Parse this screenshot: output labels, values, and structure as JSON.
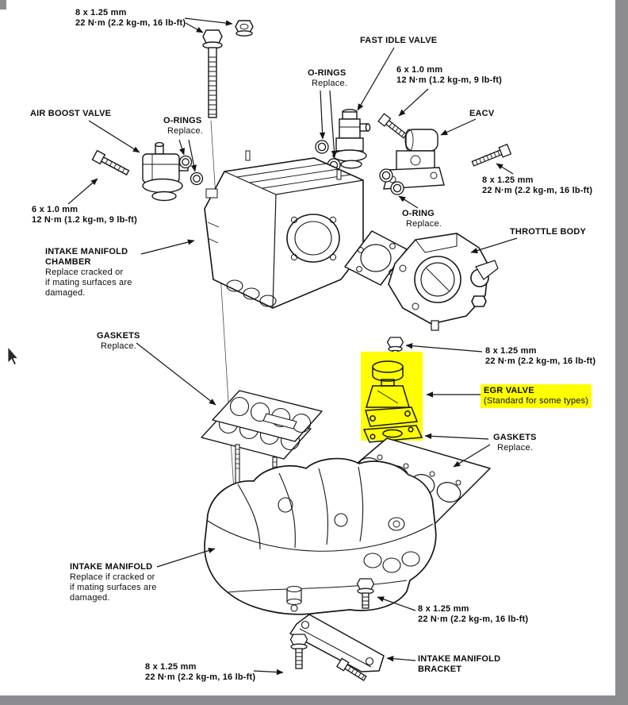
{
  "colors": {
    "background": "#ffffff",
    "line": "#141414",
    "highlight": "#ffff00",
    "chrome_gray": "#8a8c8f"
  },
  "cursor": {
    "icon": "arrow-pointer"
  },
  "labels": {
    "bolt_top": {
      "size": "8 x 1.25 mm",
      "torque": "22 N·m (2.2 kg-m, 16 lb-ft)"
    },
    "fast_idle_valve": {
      "name": "FAST IDLE VALVE"
    },
    "orings_center": {
      "name": "O-RINGS",
      "note": "Replace."
    },
    "bolt_6x10_right": {
      "size": "6 x 1.0 mm",
      "torque": "12 N·m (1.2 kg-m, 9 lb-ft)"
    },
    "air_boost_valve": {
      "name": "AIR BOOST VALVE"
    },
    "orings_left": {
      "name": "O-RINGS",
      "note": "Replace."
    },
    "eacv": {
      "name": "EACV"
    },
    "bolt_eacv": {
      "size": "8 x 1.25 mm",
      "torque": "22 N·m (2.2 kg-m, 16 lb-ft)"
    },
    "bolt_6x10_left": {
      "size": "6 x 1.0 mm",
      "torque": "12 N·m (1.2 kg-m, 9 lb-ft)"
    },
    "oring_center": {
      "name": "O-RING",
      "note": "Replace."
    },
    "throttle_body": {
      "name": "THROTTLE BODY"
    },
    "intake_manifold_chamber": {
      "name_line1": "INTAKE MANIFOLD",
      "name_line2": "CHAMBER",
      "note_line1": "Replace cracked or",
      "note_line2": "if mating surfaces are",
      "note_line3": "damaged."
    },
    "gaskets_upper": {
      "name": "GASKETS",
      "note": "Replace."
    },
    "bolt_egr": {
      "size": "8 x 1.25 mm",
      "torque": "22 N·m (2.2 kg-m, 16 lb-ft)"
    },
    "egr_valve": {
      "name": "EGR VALVE",
      "note": "(Standard for some types)"
    },
    "gaskets_lower": {
      "name": "GASKETS",
      "note": "Replace."
    },
    "intake_manifold": {
      "name": "INTAKE MANIFOLD",
      "note_line1": "Replace if cracked or",
      "note_line2": "if mating surfaces are",
      "note_line3": "damaged."
    },
    "bolt_lower_right": {
      "size": "8 x 1.25 mm",
      "torque": "22 N·m (2.2 kg-m, 16 lb-ft)"
    },
    "intake_manifold_bracket": {
      "name_line1": "INTAKE MANIFOLD",
      "name_line2": "BRACKET"
    },
    "bolt_bottom": {
      "size": "8 x 1.25 mm",
      "torque": "22 N·m (2.2 kg-m, 16 lb-ft)"
    }
  }
}
